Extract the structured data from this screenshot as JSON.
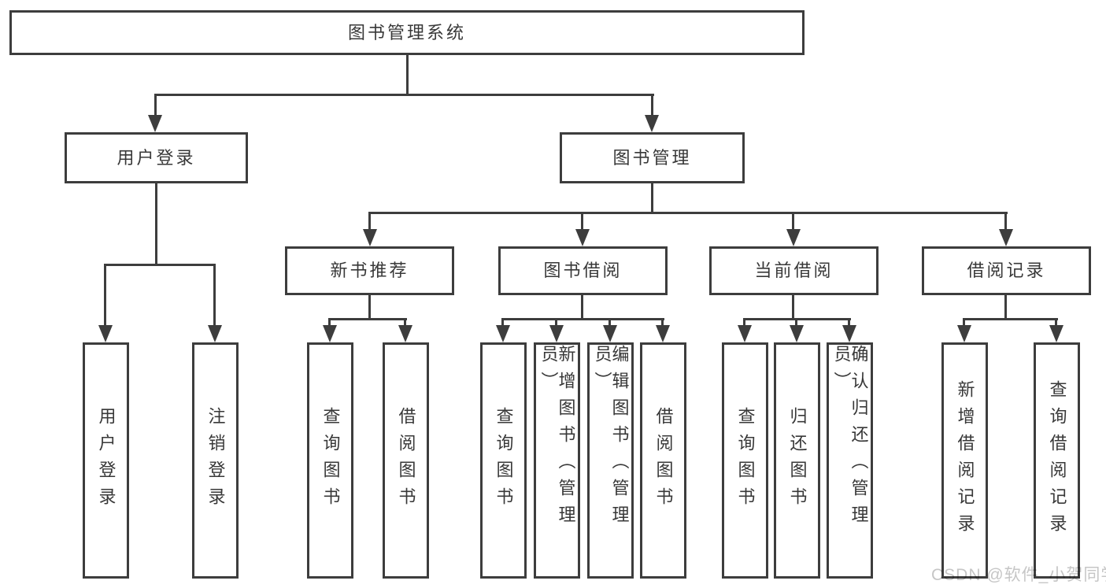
{
  "colors": {
    "line": "#3d3d3d",
    "box_border": "#3d3d3d",
    "text": "#383838",
    "watermark": "#c6c6c6",
    "background": "#ffffff"
  },
  "watermark": {
    "text": "CSDN @软件_小贺同学"
  },
  "tree": {
    "label": "图书管理系统",
    "children": [
      {
        "label": "用户登录",
        "children": [
          {
            "label": "用户登录"
          },
          {
            "label": "注销登录"
          }
        ]
      },
      {
        "label": "图书管理",
        "children": [
          {
            "label": "新书推荐",
            "children": [
              {
                "label": "查询图书"
              },
              {
                "label": "借阅图书"
              }
            ]
          },
          {
            "label": "图书借阅",
            "children": [
              {
                "label": "查询图书"
              },
              {
                "label": "新增图书（管理员）"
              },
              {
                "label": "编辑图书（管理员）"
              },
              {
                "label": "借阅图书"
              }
            ]
          },
          {
            "label": "当前借阅",
            "children": [
              {
                "label": "查询图书"
              },
              {
                "label": "归还图书"
              },
              {
                "label": "确认归还（管理员）"
              }
            ]
          },
          {
            "label": "借阅记录",
            "children": [
              {
                "label": "新增借阅记录"
              },
              {
                "label": "查询借阅记录"
              }
            ]
          }
        ]
      }
    ]
  }
}
